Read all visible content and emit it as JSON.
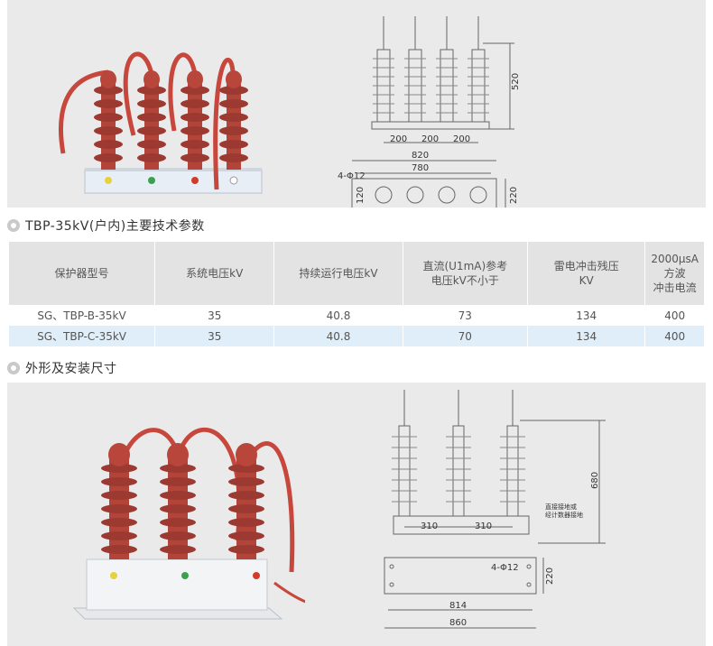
{
  "section1": {
    "title": "TBP-35kV(户内)主要技术参数"
  },
  "section2": {
    "title": "外形及安装尺寸"
  },
  "table": {
    "headers": [
      "保护器型号",
      "系统电压kV",
      "持续运行电压kV",
      "直流(U1mA)参考\n电压kV不小于",
      "雷电冲击残压\nKV",
      "2000μsA方波\n冲击电流"
    ],
    "rows": [
      [
        "SG、TBP-B-35kV",
        "35",
        "40.8",
        "73",
        "134",
        "400"
      ],
      [
        "SG、TBP-C-35kV",
        "35",
        "40.8",
        "70",
        "134",
        "400"
      ]
    ]
  },
  "drawing_top": {
    "dim_height": "520",
    "dim_spacing_1": "200",
    "dim_spacing_2": "200",
    "dim_spacing_3": "200",
    "dim_outer": "820",
    "dim_inner": "780",
    "dim_hole": "4-Φ12",
    "dim_depth_left": "120",
    "dim_depth_right": "220"
  },
  "drawing_bottom": {
    "dim_height": "680",
    "dim_spacing_1": "310",
    "dim_spacing_2": "310",
    "ground_note_1": "直接接地或",
    "ground_note_2": "经计数器接地",
    "dim_hole": "4-Φ12",
    "dim_depth": "220",
    "dim_inner": "814",
    "dim_outer": "860"
  },
  "colors": {
    "insulator": "#b8463a",
    "cable": "#c8473c",
    "panel": "#eaeaea",
    "row_alt": "#dfeef8"
  }
}
